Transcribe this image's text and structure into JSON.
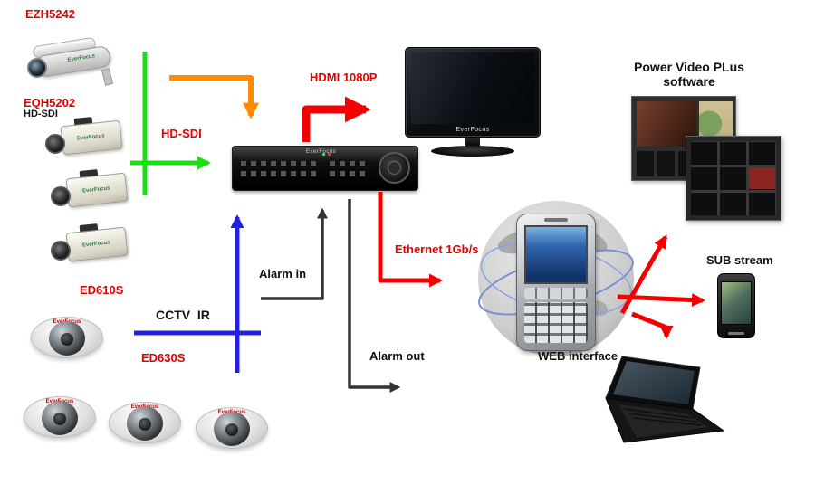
{
  "diagram": {
    "brand": "EverFocus",
    "labels": {
      "ezh5242": "EZH5242",
      "eqh5202": "EQH5202",
      "hd_sdi_model": "HD-SDI",
      "hd_sdi_link": "HD-SDI",
      "hdmi": "HDMI 1080P",
      "ethernet": "Ethernet 1Gb/s",
      "alarm_in": "Alarm in",
      "alarm_out": "Alarm out",
      "cctv_ir": "CCTV  IR",
      "ed610s": "ED610S",
      "ed630s": "ED630S",
      "power_video_line1": "Power Video PLus",
      "power_video_line2": "software",
      "sub_stream": "SUB stream",
      "web_interface": "WEB interface"
    },
    "colors": {
      "label_red": "#e50000",
      "arrow_red": "#f40000",
      "arrow_green": "#1ae012",
      "arrow_orange": "#ff8b00",
      "arrow_blue": "#2420e0",
      "arrow_dark": "#333333",
      "background": "#ffffff"
    },
    "connections": [
      {
        "from": "bullet-camera",
        "to": "dvr",
        "color": "orange"
      },
      {
        "from": "box-cameras",
        "to": "dvr",
        "color": "green",
        "label": "HD-SDI"
      },
      {
        "from": "dome-cameras",
        "to": "dvr",
        "color": "blue",
        "label": "CCTV  IR"
      },
      {
        "from": "alarm-input",
        "to": "dvr",
        "color": "black",
        "label": "Alarm in"
      },
      {
        "from": "dvr",
        "to": "alarm-output",
        "color": "black",
        "label": "Alarm out"
      },
      {
        "from": "dvr",
        "to": "monitor",
        "color": "red",
        "label": "HDMI 1080P"
      },
      {
        "from": "dvr",
        "to": "mobile-network",
        "color": "red",
        "label": "Ethernet 1Gb/s"
      },
      {
        "from": "mobile-network",
        "to": "power-video-plus-software",
        "color": "red"
      },
      {
        "from": "mobile-network",
        "to": "sub-stream-phone",
        "color": "red",
        "label": "SUB stream"
      },
      {
        "from": "mobile-network",
        "to": "web-interface-laptop",
        "color": "red",
        "label": "WEB interface"
      }
    ]
  }
}
